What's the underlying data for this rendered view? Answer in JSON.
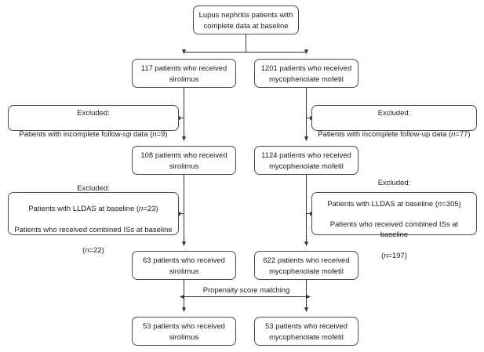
{
  "diagram": {
    "title": "Lupus nephritis study patient flow diagram",
    "stroke_color": "#4d4d4d",
    "text_color": "#1a1a1a",
    "background_color": "#ffffff",
    "nodes": {
      "root": "Lupus nephritis patients with\ncomplete data at baseline",
      "sirolimus_enrolled": "117 patients who received\nsirolimus",
      "mmf_enrolled": "1201 patients who received\nmycophenolate mofetil",
      "excluded_left_1_line1": "Excluded:",
      "excluded_left_1_line2_pre": "Patients with incomplete follow-up data (",
      "excluded_left_1_line2_var": "n",
      "excluded_left_1_line2_post": "=9)",
      "excluded_right_1_line1": "Excluded:",
      "excluded_right_1_line2_pre": "Patients with incomplete follow-up data (",
      "excluded_right_1_line2_var": "n",
      "excluded_right_1_line2_post": "=77)",
      "sirolimus_followup": "108 patients who received\nsirolimus",
      "mmf_followup": "1124 patients who received\nmycophenolate mofetil",
      "excluded_left_2_line1": "Excluded:",
      "excluded_left_2_line2_pre": "Patients with LLDAS at baseline (",
      "excluded_left_2_line2_var": "n",
      "excluded_left_2_line2_post": "=23)",
      "excluded_left_2_line3": "Patients who received combined ISs at baseline",
      "excluded_left_2_line4_pre": "(",
      "excluded_left_2_line4_var": "n",
      "excluded_left_2_line4_post": "=22)",
      "excluded_right_2_line1": "Excluded:",
      "excluded_right_2_line2_pre": "Patients with LLDAS at baseline (",
      "excluded_right_2_line2_var": "n",
      "excluded_right_2_line2_post": "=305)",
      "excluded_right_2_line3": "Patients who received combined ISs at baseline",
      "excluded_right_2_line4_pre": "(",
      "excluded_right_2_line4_var": "n",
      "excluded_right_2_line4_post": "=197)",
      "sirolimus_eligible": "63 patients who received\nsirolimus",
      "mmf_eligible": "622 patients who received\nmycophenolate mofetil",
      "sirolimus_matched": "53 patients who received\nsirolimus",
      "mmf_matched": "53 patients who received\nmycophenolate mofetil"
    },
    "edge_labels": {
      "propensity_score_matching": "Propensity score matching"
    },
    "counts": {
      "sirolimus_enrolled": 117,
      "mmf_enrolled": 1201,
      "excluded_sirolimus_followup": 9,
      "excluded_mmf_followup": 77,
      "sirolimus_followup": 108,
      "mmf_followup": 1124,
      "excluded_sirolimus_lldas": 23,
      "excluded_sirolimus_combined_is": 22,
      "excluded_mmf_lldas": 305,
      "excluded_mmf_combined_is": 197,
      "sirolimus_eligible": 63,
      "mmf_eligible": 622,
      "sirolimus_matched": 53,
      "mmf_matched": 53
    }
  }
}
